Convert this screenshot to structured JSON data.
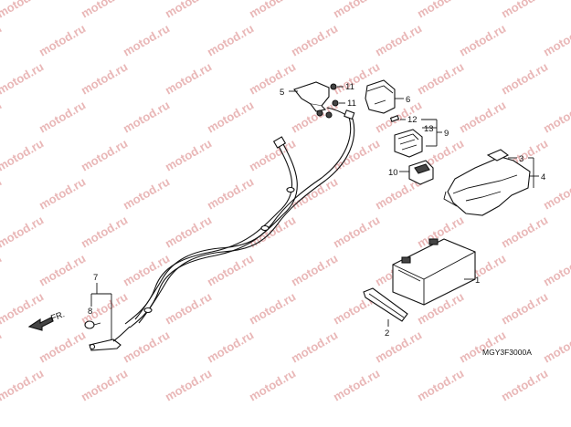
{
  "watermark": {
    "text": "motod.ru",
    "color": "#e9b7b7"
  },
  "diagram": {
    "direction_label": "FR.",
    "figure_code": "MGY3F3000A",
    "callouts": [
      "1",
      "2",
      "3",
      "4",
      "5",
      "6",
      "7",
      "8",
      "9",
      "10",
      "11",
      "11",
      "12",
      "13"
    ]
  }
}
